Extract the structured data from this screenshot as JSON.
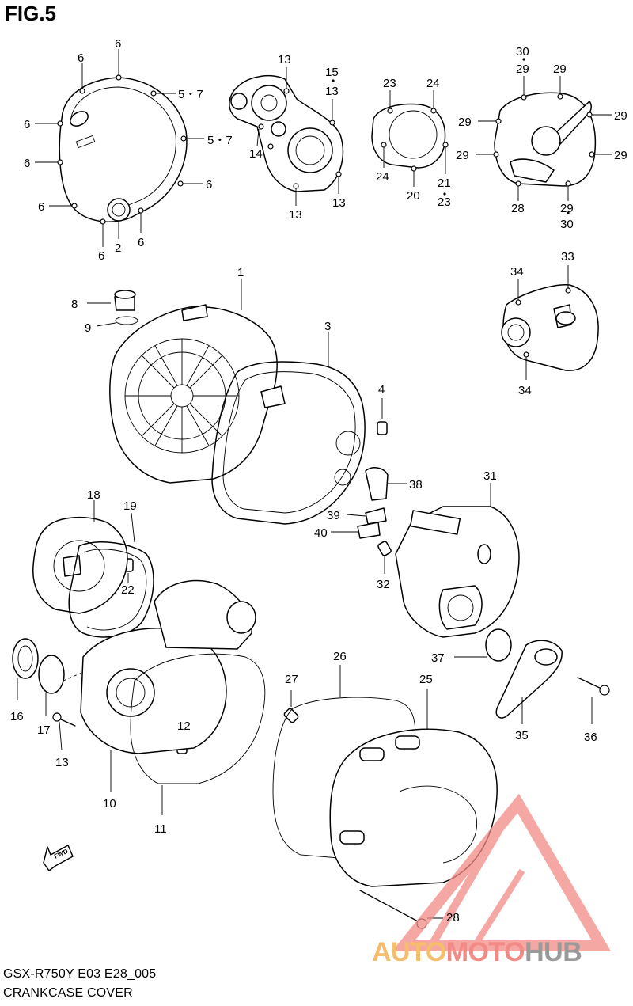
{
  "figure_title": "FIG.5",
  "model_code": "GSX-R750Y E03 E28_005",
  "diagram_title": "CRANKCASE COVER",
  "fwd_label": "FWD",
  "watermark": {
    "part1": "AUTO",
    "part2": "MOTO",
    "part3": "HUB"
  },
  "colors": {
    "watermark_orange": "#f6be6a",
    "watermark_red": "#f28a86",
    "watermark_gray": "#9a9a9a",
    "line": "#000000"
  },
  "callouts": [
    {
      "id": "c1",
      "text": "6"
    },
    {
      "id": "c2",
      "text": "6"
    },
    {
      "id": "c3",
      "text": "5・7"
    },
    {
      "id": "c4",
      "text": "6"
    },
    {
      "id": "c5",
      "text": "5・7"
    },
    {
      "id": "c6",
      "text": "6"
    },
    {
      "id": "c7",
      "text": "6"
    },
    {
      "id": "c8",
      "text": "6"
    },
    {
      "id": "c9",
      "text": "6"
    },
    {
      "id": "c10",
      "text": "2"
    },
    {
      "id": "c11",
      "text": "6"
    },
    {
      "id": "c12",
      "text": "13"
    },
    {
      "id": "c13",
      "text": "15"
    },
    {
      "id": "c14",
      "text": "13"
    },
    {
      "id": "c15",
      "text": "14"
    },
    {
      "id": "c16",
      "text": "13"
    },
    {
      "id": "c17",
      "text": "13"
    },
    {
      "id": "c18",
      "text": "23"
    },
    {
      "id": "c19",
      "text": "24"
    },
    {
      "id": "c20",
      "text": "24"
    },
    {
      "id": "c21",
      "text": "20"
    },
    {
      "id": "c22",
      "text": "21"
    },
    {
      "id": "c23",
      "text": "23"
    },
    {
      "id": "c24",
      "text": "30"
    },
    {
      "id": "c25",
      "text": "29"
    },
    {
      "id": "c26",
      "text": "29"
    },
    {
      "id": "c27",
      "text": "29"
    },
    {
      "id": "c28",
      "text": "29"
    },
    {
      "id": "c29",
      "text": "29"
    },
    {
      "id": "c30",
      "text": "29"
    },
    {
      "id": "c31",
      "text": "28"
    },
    {
      "id": "c32",
      "text": "29"
    },
    {
      "id": "c33",
      "text": "30"
    },
    {
      "id": "c34",
      "text": "1"
    },
    {
      "id": "c35",
      "text": "8"
    },
    {
      "id": "c36",
      "text": "9"
    },
    {
      "id": "c37",
      "text": "3"
    },
    {
      "id": "c38",
      "text": "4"
    },
    {
      "id": "c39",
      "text": "34"
    },
    {
      "id": "c40",
      "text": "33"
    },
    {
      "id": "c41",
      "text": "34"
    },
    {
      "id": "c42",
      "text": "38"
    },
    {
      "id": "c43",
      "text": "31"
    },
    {
      "id": "c44",
      "text": "39"
    },
    {
      "id": "c45",
      "text": "40"
    },
    {
      "id": "c46",
      "text": "32"
    },
    {
      "id": "c47",
      "text": "18"
    },
    {
      "id": "c48",
      "text": "19"
    },
    {
      "id": "c49",
      "text": "22"
    },
    {
      "id": "c50",
      "text": "37"
    },
    {
      "id": "c51",
      "text": "16"
    },
    {
      "id": "c52",
      "text": "17"
    },
    {
      "id": "c53",
      "text": "13"
    },
    {
      "id": "c54",
      "text": "12"
    },
    {
      "id": "c55",
      "text": "10"
    },
    {
      "id": "c56",
      "text": "11"
    },
    {
      "id": "c57",
      "text": "26"
    },
    {
      "id": "c58",
      "text": "27"
    },
    {
      "id": "c59",
      "text": "25"
    },
    {
      "id": "c60",
      "text": "35"
    },
    {
      "id": "c61",
      "text": "36"
    },
    {
      "id": "c62",
      "text": "28"
    }
  ]
}
